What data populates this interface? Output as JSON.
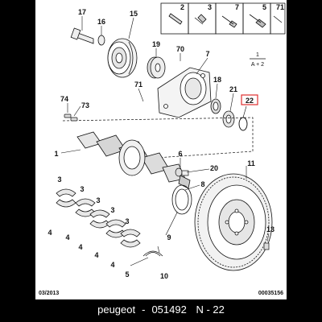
{
  "caption": {
    "brand": "peugeot",
    "separator": "-",
    "part_number": "051492",
    "note": "N - 22"
  },
  "diagram": {
    "date_code": "03/2013",
    "doc_number": "00035156",
    "note_top_num": "1",
    "note_bottom": "A + 2",
    "highlight_color": "#e03030",
    "hardware_labels": [
      "2",
      "3",
      "7",
      "5",
      "71"
    ],
    "callouts": {
      "c17": "17",
      "c16": "16",
      "c15": "15",
      "c19": "19",
      "c70": "70",
      "c7": "7",
      "c18": "18",
      "c71": "71",
      "c21": "21",
      "c22": "22",
      "c74": "74",
      "c73": "73",
      "c1": "1",
      "c6": "6",
      "c20": "20",
      "c8": "8",
      "c11": "11",
      "c3a": "3",
      "c3b": "3",
      "c3c": "3",
      "c3d": "3",
      "c3e": "3",
      "c4a": "4",
      "c4b": "4",
      "c4c": "4",
      "c4d": "4",
      "c4e": "4",
      "c5": "5",
      "c9": "9",
      "c13": "13",
      "c10": "10"
    }
  }
}
